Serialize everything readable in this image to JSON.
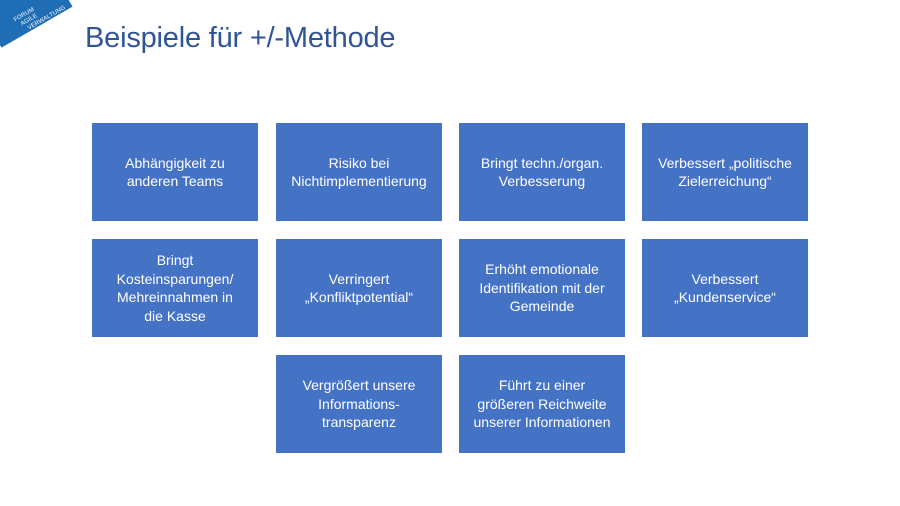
{
  "logo": {
    "lines": [
      "FORUM",
      "AGILE",
      "VERWALTUNG"
    ],
    "color": "#1f6db5"
  },
  "slide": {
    "title": "Beispiele für +/-Methode",
    "title_color": "#2f5597",
    "card_color": "#4472c4",
    "cards": [
      {
        "label": "Abhängigkeit zu\nanderen Teams",
        "row": 1,
        "col": 1
      },
      {
        "label": "Risiko bei\nNichtimplementierung",
        "row": 1,
        "col": 2
      },
      {
        "label": "Bringt techn./organ.\nVerbesserung",
        "row": 1,
        "col": 3
      },
      {
        "label": "Verbessert „politische\nZielerreichung“",
        "row": 1,
        "col": 4
      },
      {
        "label": "Bringt\nKosteinsparungen/\nMehreinnahmen in\ndie Kasse",
        "row": 2,
        "col": 1
      },
      {
        "label": "Verringert\n„Konfliktpotential“",
        "row": 2,
        "col": 2
      },
      {
        "label": "Erhöht emotionale\nIdentifikation mit der\nGemeinde",
        "row": 2,
        "col": 3
      },
      {
        "label": "Verbessert\n„Kundenservice“",
        "row": 2,
        "col": 4
      },
      {
        "label": "Vergrößert unsere\nInformations-\ntransparenz",
        "row": 3,
        "col": 2
      },
      {
        "label": "Führt zu einer\ngrößeren Reichweite\nunserer Informationen",
        "row": 3,
        "col": 3
      }
    ]
  }
}
